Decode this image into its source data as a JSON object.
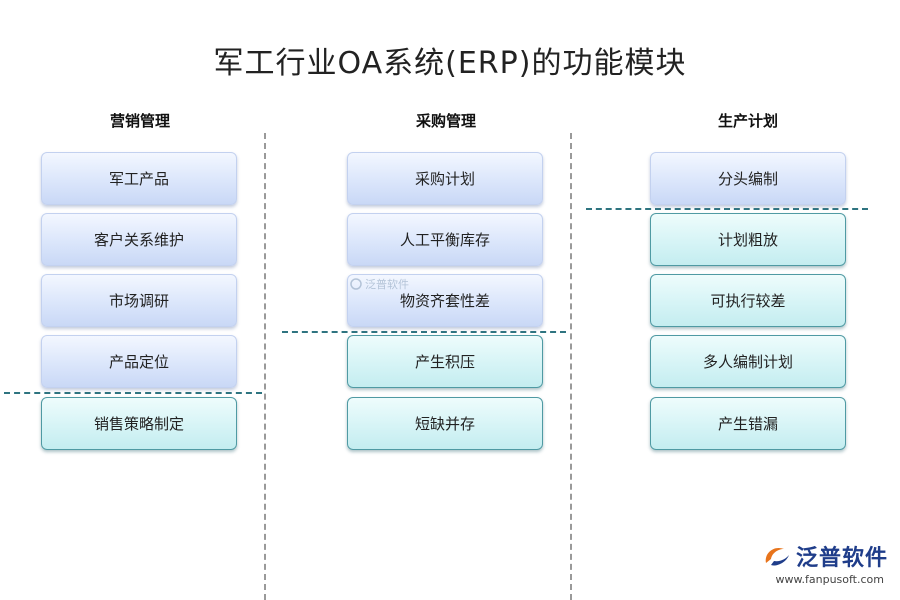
{
  "title": "军工行业OA系统(ERP)的功能模块",
  "columns": [
    {
      "header": "营销管理",
      "items": [
        "军工产品",
        "客户关系维护",
        "市场调研",
        "产品定位",
        "销售策略制定"
      ]
    },
    {
      "header": "采购管理",
      "items": [
        "采购计划",
        "人工平衡库存",
        "物资齐套性差",
        "产生积压",
        "短缺并存"
      ]
    },
    {
      "header": "生产计划",
      "items": [
        "分头编制",
        "计划粗放",
        "可执行较差",
        "多人编制计划",
        "产生错漏"
      ]
    }
  ],
  "watermark": "泛普软件",
  "logo": {
    "name": "泛普软件",
    "url": "www.fanpusoft.com"
  },
  "colors": {
    "blue_box": "#dbe6fb",
    "cyan_box": "#d6f4f6",
    "cyan_border": "#4f9aa3",
    "divider": "#2e7480"
  }
}
